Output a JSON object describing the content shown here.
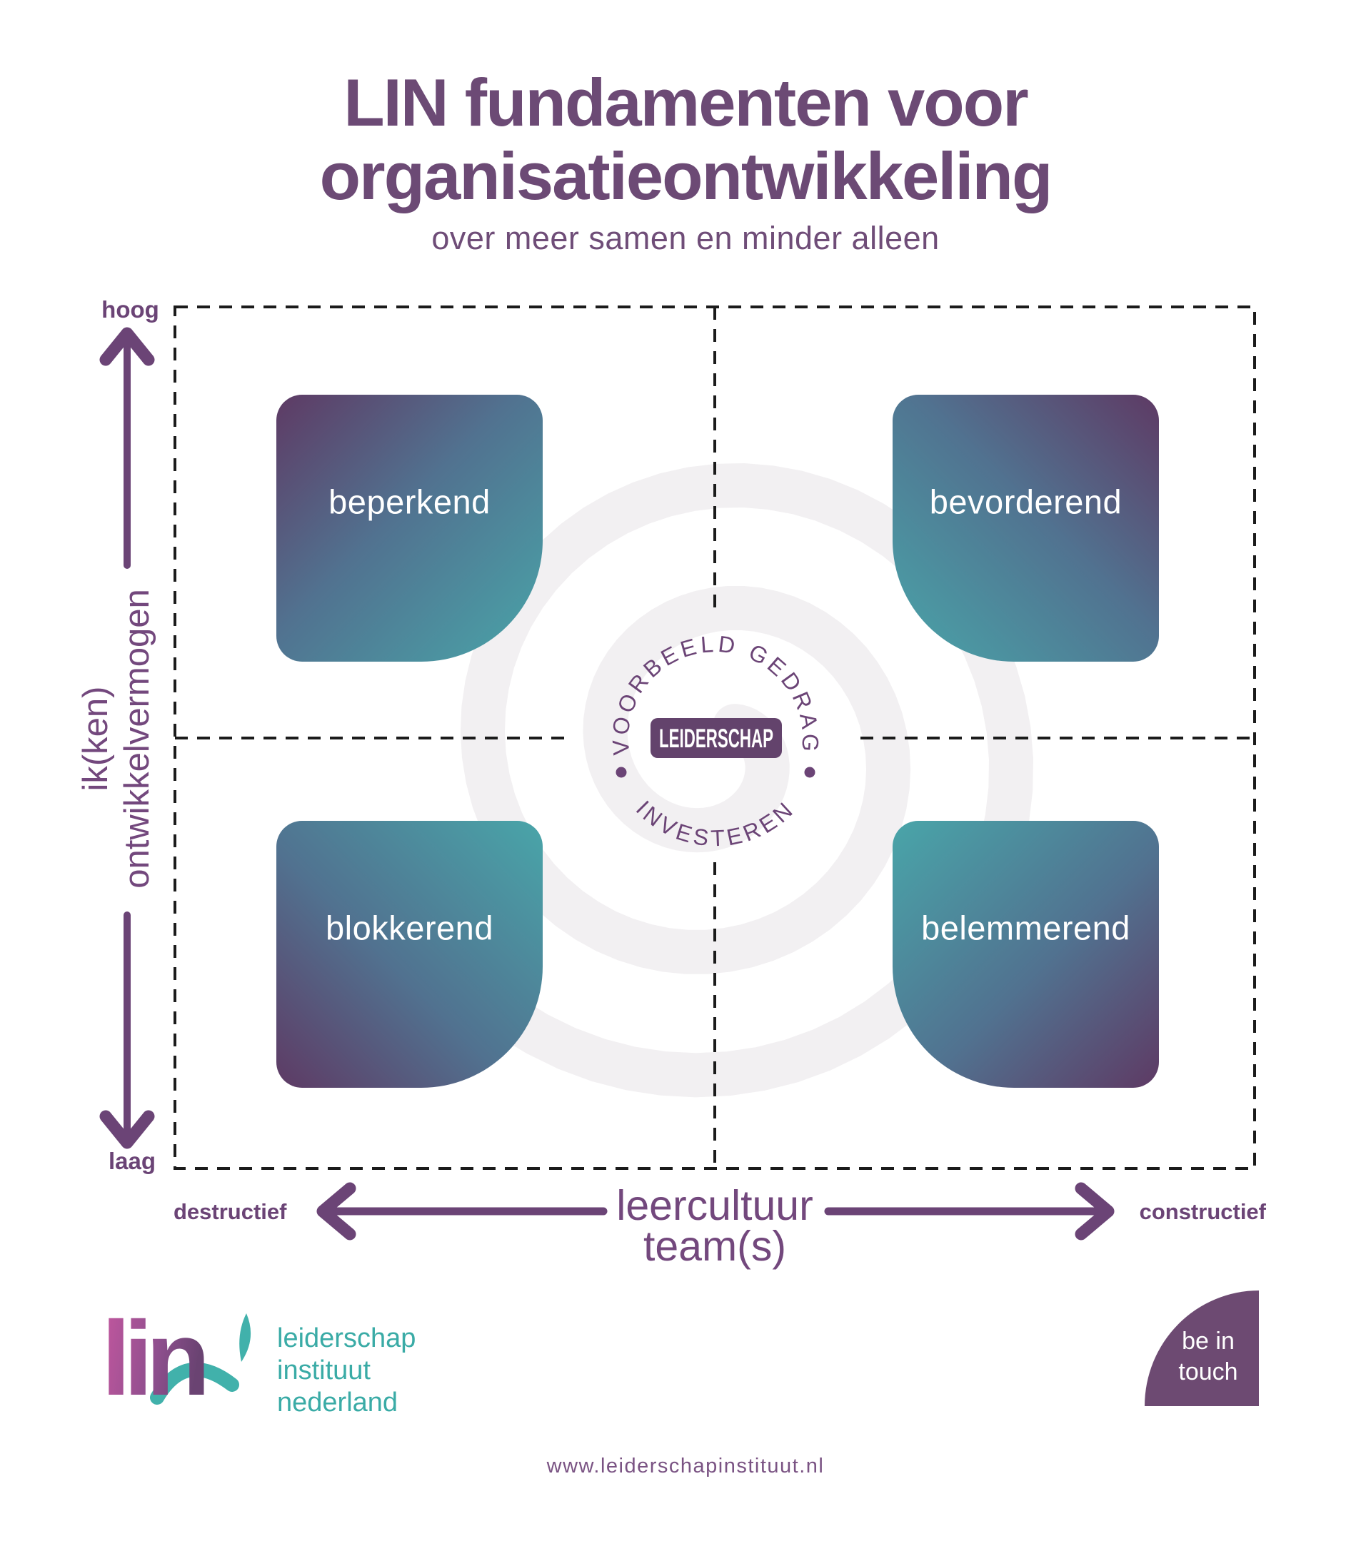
{
  "header": {
    "title_line1": "LIN fundamenten voor",
    "title_line2": "organisatieontwikkeling",
    "subtitle": "over meer samen en minder alleen"
  },
  "matrix": {
    "y_axis": {
      "top": "hoog",
      "bottom": "laag",
      "label_line1": "ik(ken)",
      "label_line2": "ontwikkelvermogen"
    },
    "x_axis": {
      "left": "destructief",
      "right": "constructief",
      "label_line1": "leercultuur",
      "label_line2": "team(s)"
    },
    "quadrants": [
      {
        "position": "top-left",
        "label": "beperkend"
      },
      {
        "position": "top-right",
        "label": "bevorderend"
      },
      {
        "position": "bottom-left",
        "label": "blokkerend"
      },
      {
        "position": "bottom-right",
        "label": "belemmerend"
      }
    ],
    "center": {
      "arc_top": "VOORBEELD GEDRAG",
      "arc_bottom": "INVESTEREN",
      "badge": "LEIDERSCHAP"
    }
  },
  "footer": {
    "logo": {
      "mark": "lin",
      "line1": "leiderschap",
      "line2": "instituut",
      "line3": "nederland"
    },
    "contact_badge": {
      "line1": "be in",
      "line2": "touch"
    },
    "website": "www.leiderschapinstituut.nl"
  },
  "colors": {
    "accent_purple": "#6b4476",
    "gradient_purple": "#5e3a64",
    "gradient_teal": "#49a5a9",
    "logo_teal": "#3aaba6",
    "badge_purple": "#63436c",
    "contact_purple": "#6d4a72",
    "watermark_gray": "#f2f0f2",
    "dash_black": "#1b1b1b"
  }
}
